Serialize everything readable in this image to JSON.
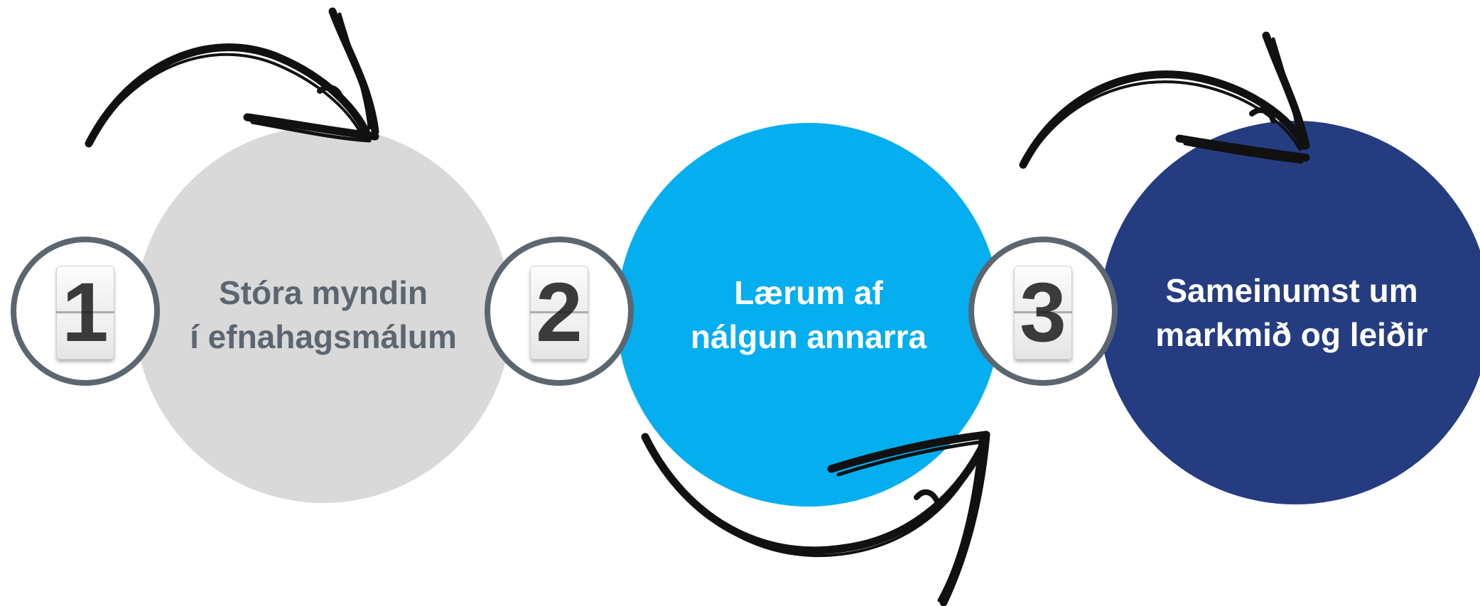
{
  "steps": [
    {
      "number": "1",
      "lines": [
        "Stóra myndin",
        "í efnahagsmálum"
      ],
      "circle_color": "#d9d9d9",
      "text_color": "#5c6670"
    },
    {
      "number": "2",
      "lines": [
        "Lærum af",
        "nálgun annarra"
      ],
      "circle_color": "#04aeef",
      "text_color": "#ffffff"
    },
    {
      "number": "3",
      "lines": [
        "Sameinumst um",
        "markmið og leiðir"
      ],
      "circle_color": "#253c80",
      "text_color": "#ffffff"
    }
  ],
  "badge_border_color": "#5c6670",
  "arrow_color": "#111111",
  "icons": {
    "arrow": "curved-arrow-icon",
    "badge": "flip-number-icon"
  }
}
